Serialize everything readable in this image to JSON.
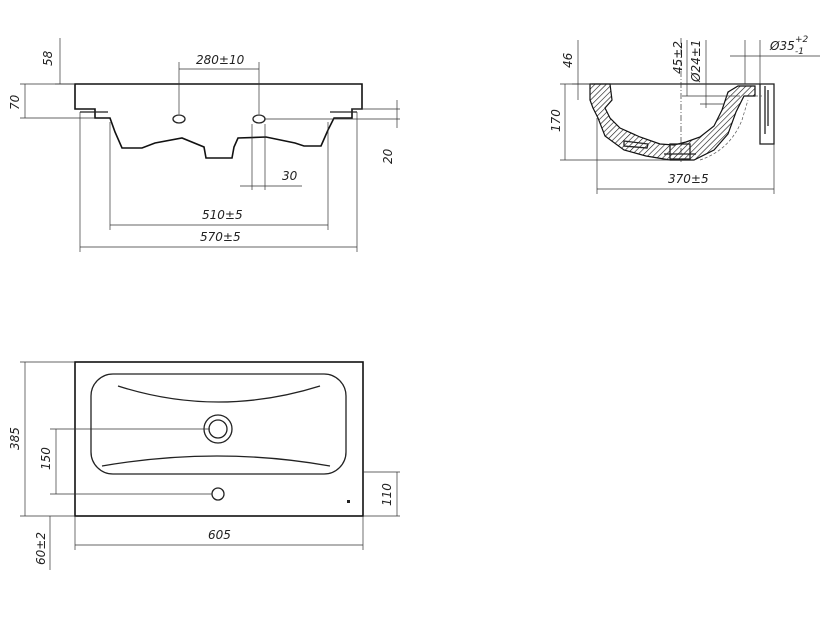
{
  "front_view": {
    "dims": {
      "height_58": "58",
      "height_70": "70",
      "tap_spacing": "280±10",
      "offset_30": "30",
      "depth_20": "20",
      "inner_width": "510±5",
      "outer_width": "570±5"
    }
  },
  "side_view": {
    "dims": {
      "height_46": "46",
      "height_170": "170",
      "pos_45": "45±2",
      "diam_24": "Ø24±1",
      "diam_35": "Ø35",
      "diam_35_tol_upper": "+2",
      "diam_35_tol_lower": "-1",
      "depth_370": "370±5"
    }
  },
  "top_view": {
    "dims": {
      "depth_385": "385",
      "pos_150": "150",
      "pos_110": "110",
      "width_605": "605",
      "offset_60": "60±2"
    }
  },
  "colors": {
    "line": "#222222",
    "background": "#ffffff"
  }
}
